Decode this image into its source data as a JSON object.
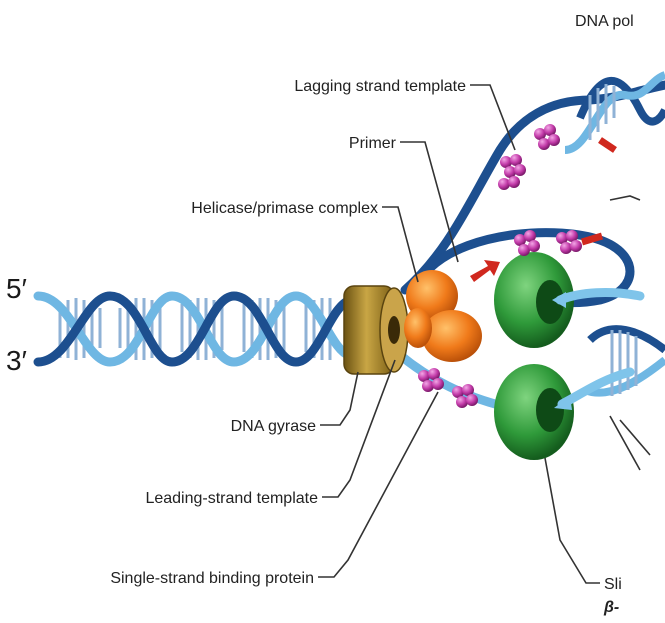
{
  "diagram": {
    "top_label": "DNA pol",
    "strand_ends": {
      "five_prime": "5′",
      "three_prime": "3′"
    },
    "labels": {
      "lagging_template": "Lagging strand template",
      "primer": "Primer",
      "helicase_primase": "Helicase/primase complex",
      "dna_gyrase": "DNA gyrase",
      "leading_template": "Leading-strand template",
      "ssb": "Single-strand binding protein",
      "sliding_clamp_line1": "Sli",
      "sliding_clamp_line2": "β-"
    },
    "colors": {
      "dna_dark": "#1d4f8f",
      "dna_light": "#6fb7e3",
      "rungs": "#8fb2d6",
      "gyrase": "#b08a2a",
      "helicase": "#f07a1a",
      "polymerase": "#2f9a3a",
      "ssb": "#c23aa8",
      "primer": "#d0281e"
    }
  }
}
